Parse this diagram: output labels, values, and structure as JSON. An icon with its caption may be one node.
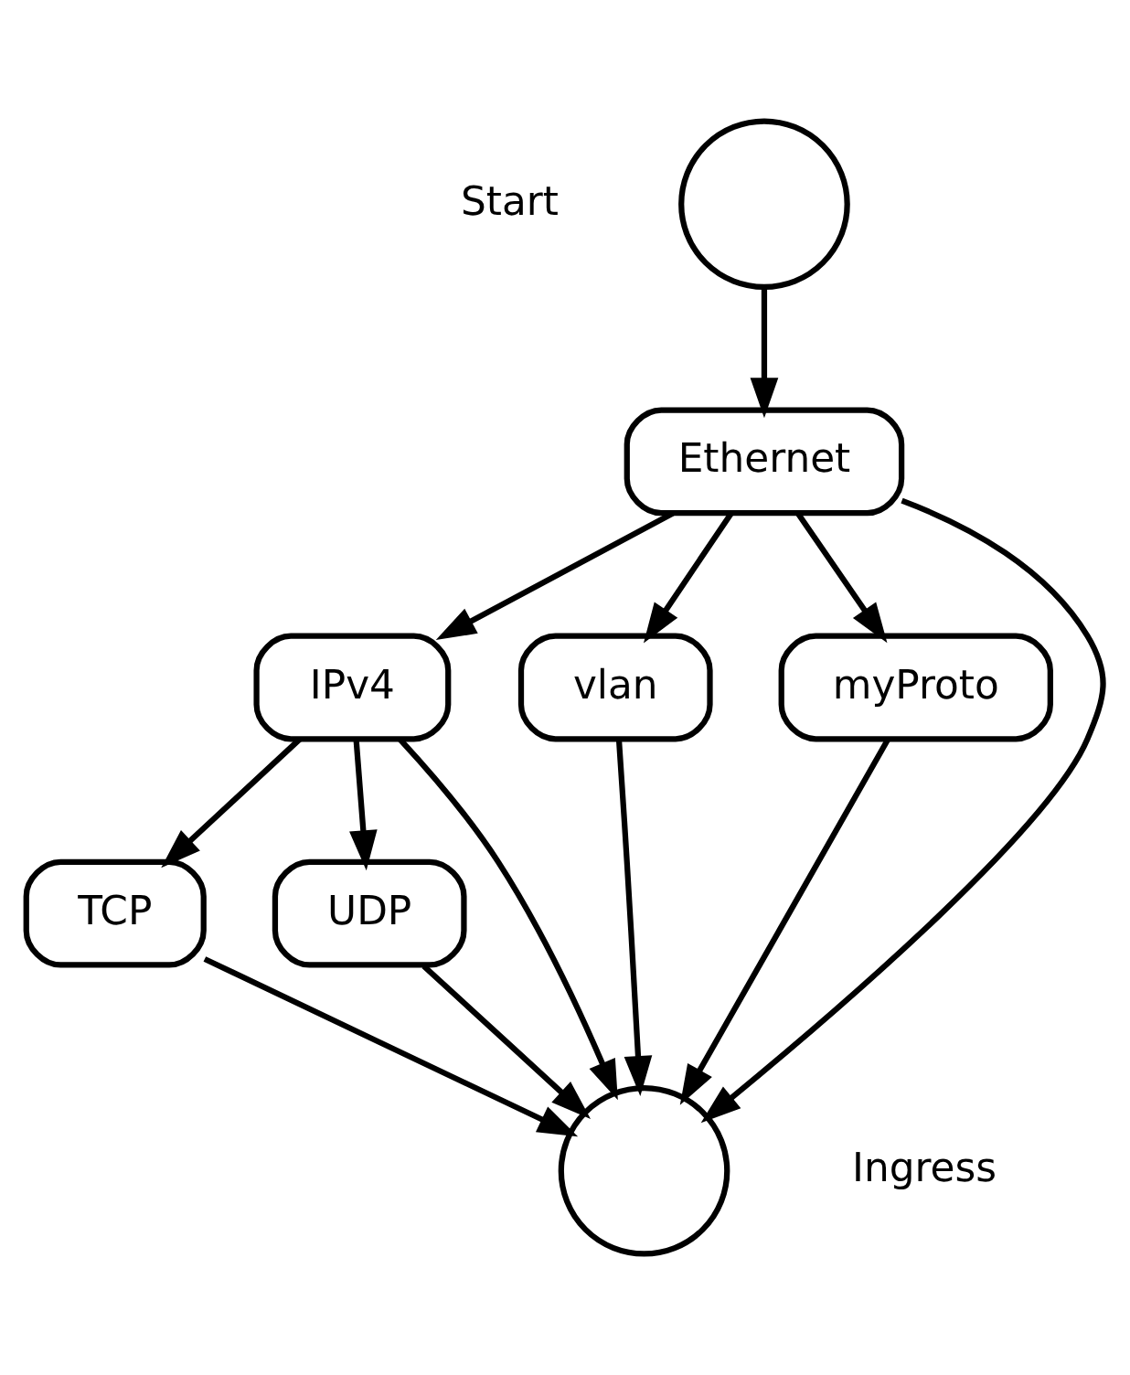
{
  "diagram": {
    "nodes": [
      {
        "text": [],
        "shape": "circle",
        "beside": [
          "Start"
        ]
      },
      {
        "text": [
          "Ethernet"
        ]
      },
      {
        "text": [
          "IPv4"
        ]
      },
      {
        "text": [
          "vlan"
        ]
      },
      {
        "text": [
          "myProto"
        ]
      },
      {
        "text": [
          "TCP"
        ]
      },
      {
        "text": [
          "UDP"
        ]
      },
      {
        "text": [],
        "shape": "circle",
        "beside": [
          "Ingress"
        ]
      }
    ],
    "edges": [
      {
        "from": 0,
        "to": 1,
        "arrow": "to"
      },
      {
        "from": 1,
        "to": 2,
        "arrow": "to"
      },
      {
        "from": 1,
        "to": 3,
        "arrow": "to"
      },
      {
        "from": 1,
        "to": 7,
        "arrow": "to"
      },
      {
        "from": 1,
        "to": 4,
        "arrow": "to"
      },
      {
        "from": 2,
        "to": 5,
        "arrow": "to"
      },
      {
        "from": 2,
        "to": 6,
        "arrow": "to"
      },
      {
        "from": 2,
        "to": 7,
        "arrow": "to"
      },
      {
        "from": 3,
        "to": 7,
        "arrow": "to"
      },
      {
        "from": 4,
        "to": 7,
        "arrow": "to"
      },
      {
        "from": 5,
        "to": 7,
        "arrow": "to"
      },
      {
        "from": 6,
        "to": 7,
        "arrow": "to"
      }
    ]
  }
}
